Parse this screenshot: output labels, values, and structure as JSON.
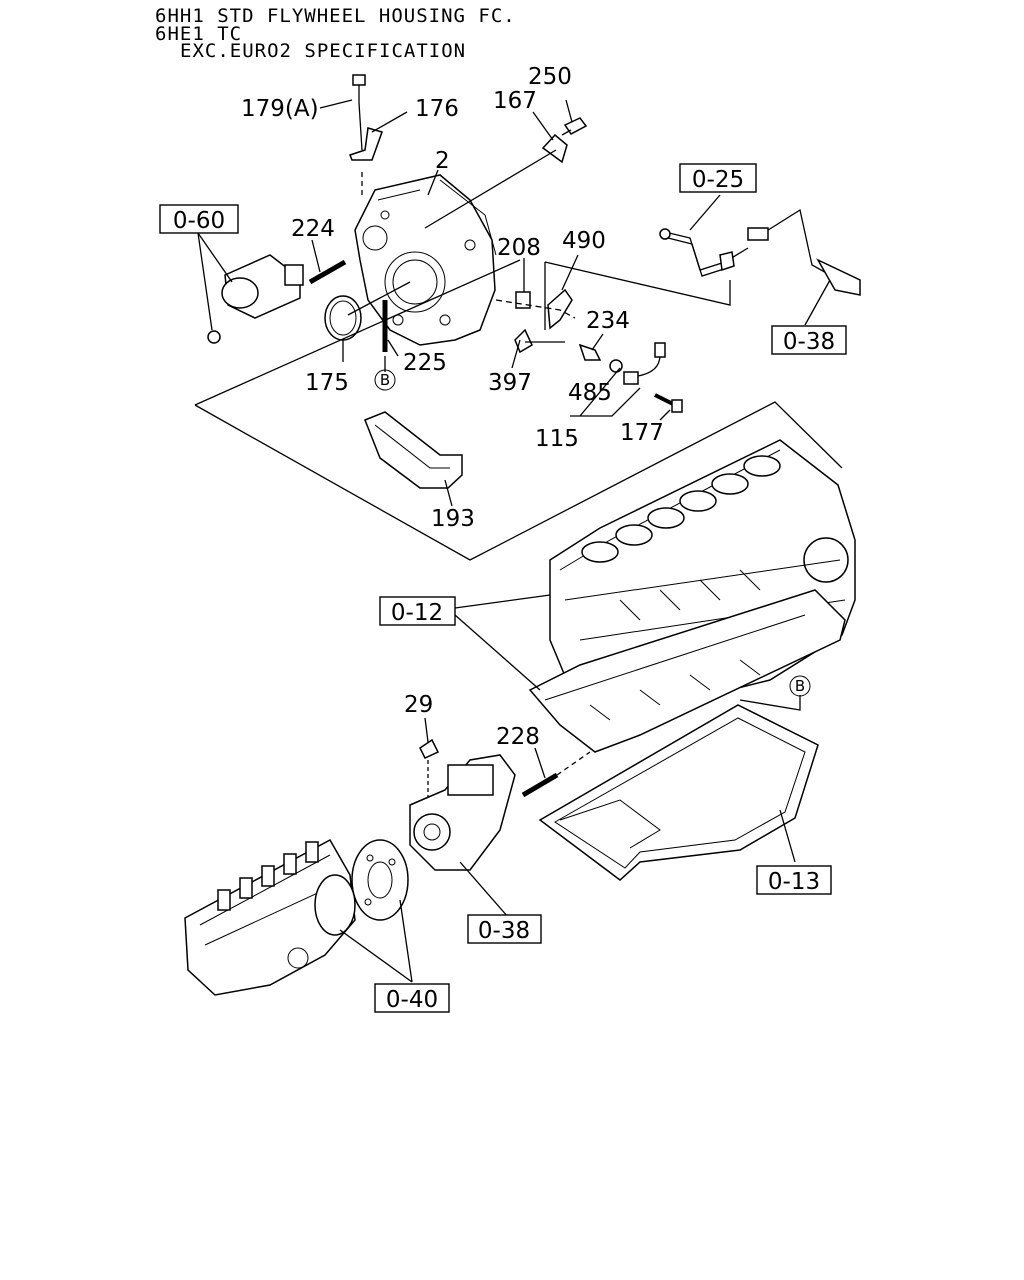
{
  "header": {
    "line1": "6HH1 STD FLYWHEEL HOUSING FC.",
    "line2": "6HE1 TC",
    "line3": "EXC.EURO2 SPECIFICATION"
  },
  "parts": {
    "p179": "179(A)",
    "p176": "176",
    "p250": "250",
    "p167": "167",
    "p2": "2",
    "p224": "224",
    "p208": "208",
    "p490": "490",
    "p234": "234",
    "p175": "175",
    "p225": "225",
    "p397": "397",
    "p485": "485",
    "p115": "115",
    "p177": "177",
    "p193": "193",
    "p29": "29",
    "p228": "228"
  },
  "refs": {
    "r060": "0-60",
    "r025": "0-25",
    "r038a": "0-38",
    "r012": "0-12",
    "r013": "0-13",
    "r038b": "0-38",
    "r040": "0-40"
  },
  "markers": {
    "b1": "B",
    "b2": "B"
  }
}
